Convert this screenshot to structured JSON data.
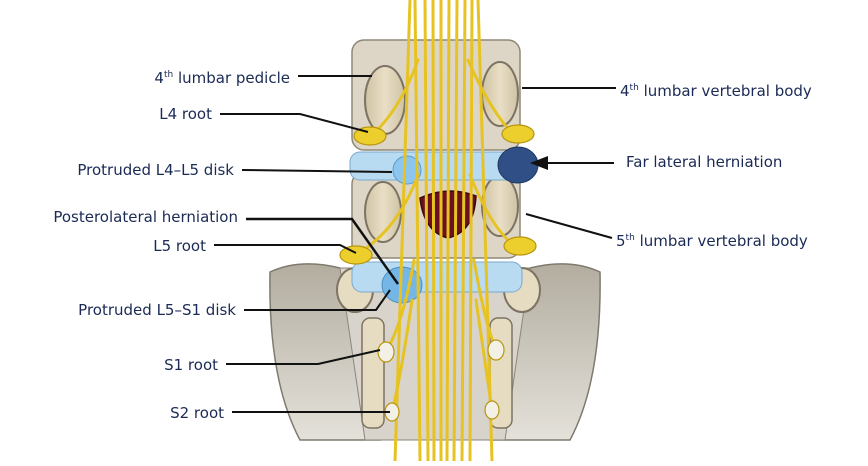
{
  "labels": {
    "pedicle_l4": {
      "sup": "th",
      "pre": "4",
      "text": "lumbar pedicle"
    },
    "l4_root": "L4 root",
    "disk_l4l5": "Protruded L4–L5 disk",
    "posterolateral": "Posterolateral herniation",
    "l5_root": "L5 root",
    "disk_l5s1": "Protruded L5–S1 disk",
    "s1_root": "S1 root",
    "s2_root": "S2 root",
    "body_l4": {
      "pre": "4",
      "sup": "th",
      "text": "lumbar vertebral body"
    },
    "far_lateral": "Far lateral herniation",
    "body_l5": {
      "pre": "5",
      "sup": "th",
      "text": "lumbar vertebral body"
    }
  },
  "colors": {
    "nerve": "#e8c52a",
    "nerve_dark": "#c9a114",
    "bone": "#d9cdb0",
    "bone_edge": "#7d7362",
    "pelvis": "#9a9588",
    "disk": "#a9d3ef",
    "herniation_far": "#2c4f86",
    "herniation_post": "#74b6e6",
    "central": "#6b1020",
    "leader": "#111111",
    "text": "#1b2a55"
  }
}
